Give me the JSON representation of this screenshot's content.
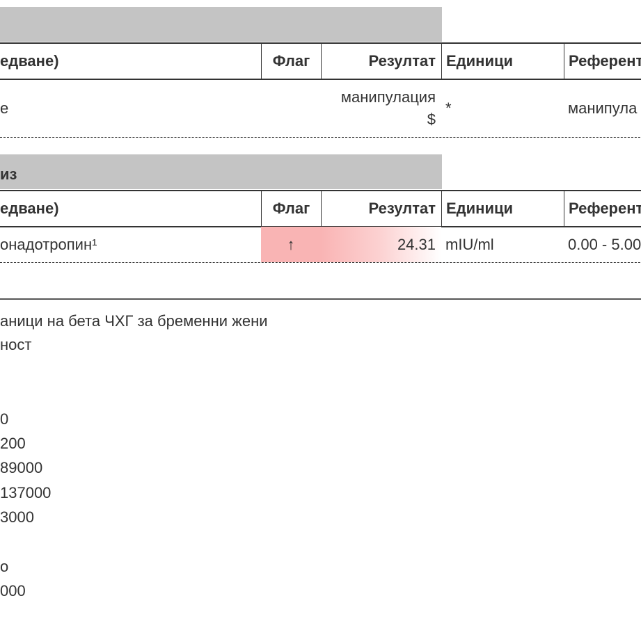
{
  "sections": [
    {
      "title": "",
      "headers": {
        "name": "едване)",
        "flag": "Флаг",
        "result": "Резултат",
        "units": "Единици",
        "reference": "Референт"
      },
      "rows": [
        {
          "name": "е",
          "flag": "",
          "result_line1": "манипулация",
          "result_line2": "$",
          "units": "*",
          "reference": "манипула"
        }
      ]
    },
    {
      "title": "из",
      "headers": {
        "name": "едване)",
        "flag": "Флаг",
        "result": "Резултат",
        "units": "Единици",
        "reference": "Референт"
      },
      "rows": [
        {
          "name": "онадотропин¹",
          "flag": "↑",
          "result": "24.31",
          "units": "mIU/ml",
          "reference": "0.00 - 5.00"
        }
      ]
    }
  ],
  "notes": [
    "аници на бета ЧХГ за бременни жени",
    "ност",
    "0",
    "200",
    "89000",
    "137000",
    "3000",
    "о",
    "000"
  ],
  "colors": {
    "section_bar": "#c4c4c4",
    "flag_high": "#f9b4b4"
  }
}
